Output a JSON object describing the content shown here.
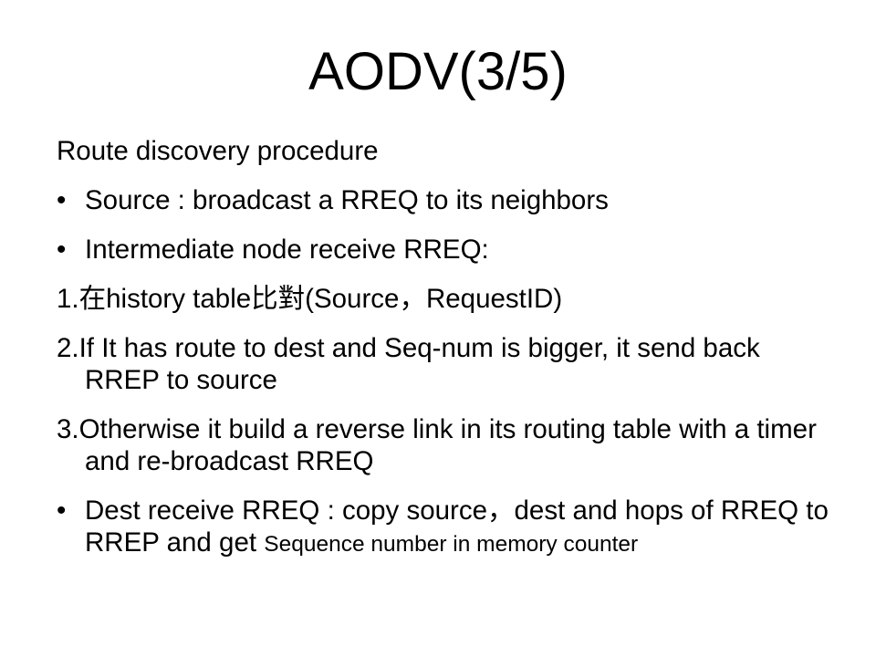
{
  "slide": {
    "title": "AODV(3/5)",
    "heading": "Route discovery procedure",
    "bullet_char": "•",
    "bullet1": "Source : broadcast a RREQ to its neighbors",
    "bullet2": "Intermediate node receive RREQ:",
    "step1": "1.在history table比對(Source，RequestID)",
    "step2": "2.If It has route to dest and Seq-num is bigger, it send back RREP to source",
    "step3": "3.Otherwise it build a reverse link in its routing table with a timer and re-broadcast RREQ",
    "bullet3_main": "Dest receive RREQ : copy source，dest and hops of RREQ to RREP and get ",
    "bullet3_small": "Sequence number in memory counter"
  }
}
